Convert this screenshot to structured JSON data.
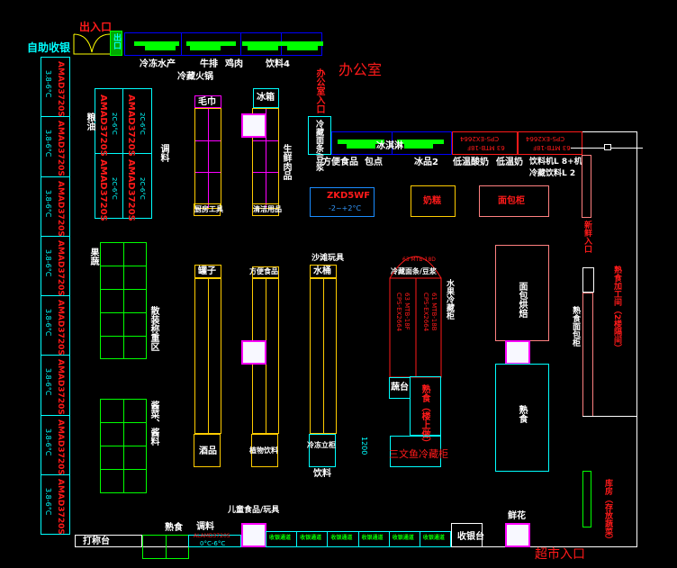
{
  "title": "超市平面布局图",
  "labels": {
    "entrance_exit": "出入口",
    "auto_checkout": "自助收银",
    "exit_gate": "出口",
    "office": "办公室",
    "office_entrance": "办公室入口",
    "frozen_seafood": "冷冻水产",
    "chilled_hotpot": "冷藏火锅",
    "steak": "牛排",
    "chicken": "鸡肉",
    "drinks4": "饮料4",
    "towel": "毛巾",
    "fridge": "冰箱",
    "kitchen_tools": "厨房工具",
    "cleaning": "清洁用品",
    "fresh_meat": "生鲜肉品",
    "convenience_food": "方便食品",
    "snacks": "包点",
    "ice_cream": "冰淇淋",
    "ice2": "冰品2",
    "yogurt": "低温酸奶",
    "dairy": "低温奶",
    "drinks_l8": "饮料机L 8+机",
    "drinks_l2": "冷藏饮料L 2",
    "freezer_model": "ZKD5WF",
    "freezer_temp": "-2~+2°C",
    "cake": "奶糕",
    "bread": "面包柜",
    "fresh_entrance": "新鲜入口",
    "deli_kitchen": "熟食加工间（2楼隔间）",
    "deli_counter": "熟食面包柜",
    "bakery": "面包烘焙",
    "produce_case": "水果冷藏柜",
    "cold_cabinet": "冷藏面条/豆浆",
    "veg_table": "蔬台",
    "deli": "熟食（楼上做）",
    "salmon": "三文鱼冷藏柜",
    "measure": "1200",
    "fruit_veg": "果蔬",
    "rice_oil": "粮油",
    "spices": "调料",
    "wine": "酒品",
    "plant_drink": "植物饮料",
    "frozen_stand": "冷冻立柜",
    "drink": "饮料",
    "shelf_top1": "罐子",
    "shelf_top2": "方便食品",
    "shelf_top3": "水桶",
    "beach_toys": "沙滩玩具",
    "kids_food": "儿童食品/玩具",
    "weigh_station": "打称台",
    "bulk": "散装称重区",
    "cooked": "熟食",
    "sauce": "酱菜、酱料",
    "cashier": "收银台",
    "flowers": "鲜花",
    "supermarket_entrance": "超市入口",
    "storage": "库房（存放蔬菜）",
    "chiller_bottom_model": "ALAMD3720S",
    "chiller_bottom_temp": "0°C-6°C",
    "checkout_lane": "收银通道"
  },
  "left_chillers": [
    {
      "model": "AMAD3720S",
      "temp": "3.8-6°C"
    },
    {
      "model": "AMAD3720S",
      "temp": "3.8-6°C"
    },
    {
      "model": "AMAD3720S",
      "temp": "3.8-6°C"
    },
    {
      "model": "AMAD3720S",
      "temp": "3.8-6°C"
    },
    {
      "model": "AMAD3720S",
      "temp": "3.8-6°C"
    },
    {
      "model": "AMAD3720S",
      "temp": "3.8-6°C"
    },
    {
      "model": "AMAD3720S",
      "temp": "3.8-6°C"
    },
    {
      "model": "AMAD3720S",
      "temp": "3.8-6°C"
    }
  ],
  "center_chillers": [
    {
      "model": "AMAD3720S",
      "temp": "2C-6°C"
    },
    {
      "model": "AMAD3720S",
      "temp": "2C-6°C"
    },
    {
      "model": "AMAD3720S",
      "temp": "2C-6°C"
    },
    {
      "model": "AMAD3720S",
      "temp": "2C-6°C"
    }
  ],
  "red_cabinets": [
    {
      "model": "CPS-EX2664",
      "spec": "63 MTB-18F"
    },
    {
      "model": "CPS-EX2664",
      "spec": "63 MTB-18F"
    },
    {
      "model": "CPS-EX2664",
      "spec": "63 MTB-18F"
    },
    {
      "model": "CPS-EX2664",
      "spec": "61 MTB-18B"
    },
    {
      "model": "",
      "spec": "63 MTB-18D"
    }
  ]
}
